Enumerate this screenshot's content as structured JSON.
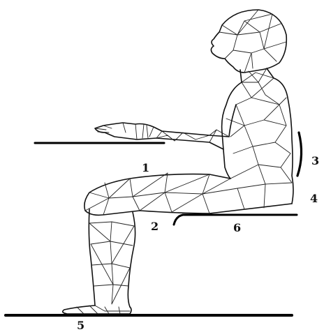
{
  "labels": {
    "desk_height": "1",
    "seat_front_edge": "2",
    "backrest": "3",
    "seat_back": "4",
    "footrest_floor": "5",
    "seat_pan": "6"
  },
  "colors": {
    "line": "#000000",
    "background": "#ffffff"
  }
}
